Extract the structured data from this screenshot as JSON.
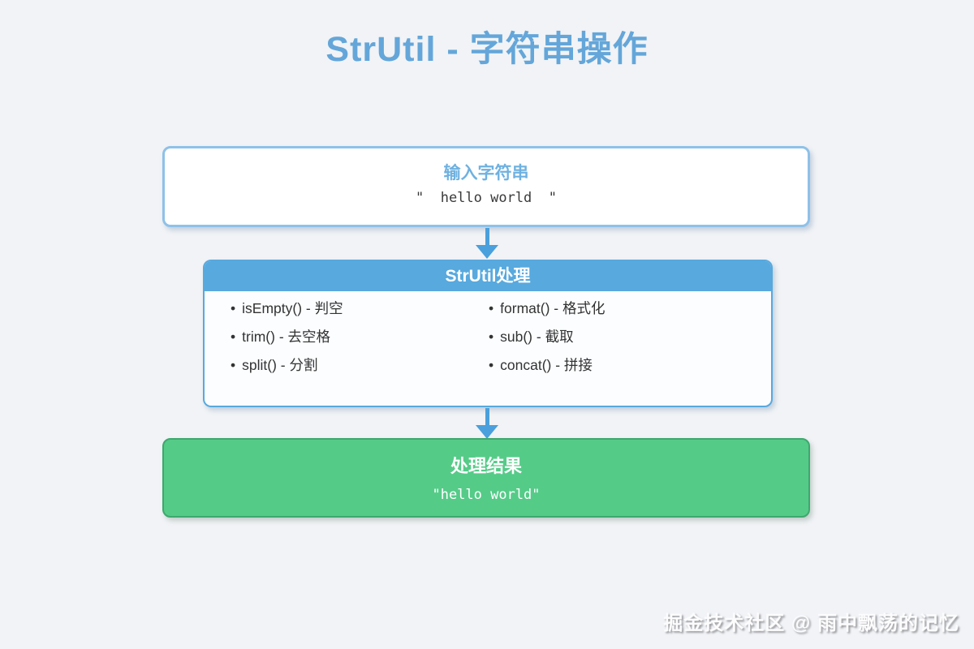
{
  "page": {
    "title": "StrUtil - 字符串操作"
  },
  "input_box": {
    "title": "输入字符串",
    "value": "\"  hello world  \""
  },
  "process_box": {
    "title": "StrUtil处理",
    "bullet": "•",
    "items": [
      "isEmpty() - 判空",
      "trim() - 去空格",
      "split() - 分割",
      "format() - 格式化",
      "sub() - 截取",
      "concat() - 拼接"
    ]
  },
  "result_box": {
    "title": "处理结果",
    "value": "\"hello world\""
  },
  "watermark": "掘金技术社区 @ 雨中飘荡的记忆",
  "colors": {
    "title_blue": "#64a6d9",
    "box_border_blue": "#8ec1e8",
    "header_blue": "#57a9de",
    "arrow_blue": "#4aa0dc",
    "result_green": "#55cb88",
    "result_border_green": "#3ea86e",
    "background": "#f1f3f6"
  }
}
